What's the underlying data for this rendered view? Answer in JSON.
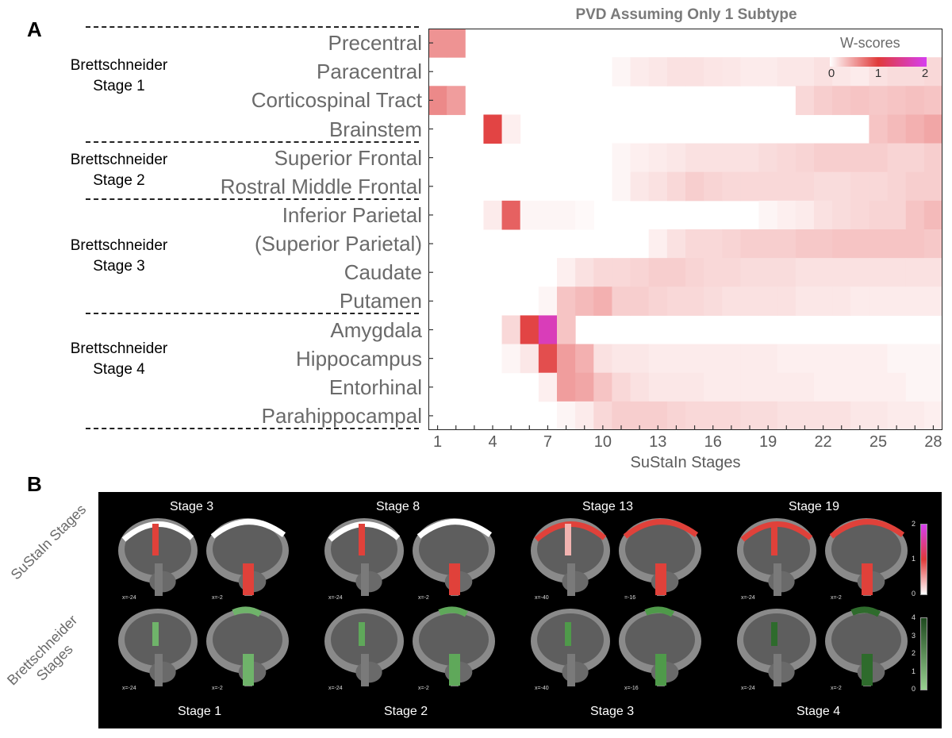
{
  "panel_a_letter": "A",
  "panel_b_letter": "B",
  "chart_data": {
    "type": "heatmap",
    "title": "PVD Assuming Only 1 Subtype",
    "xlabel": "SuStaIn Stages",
    "ylabel": "",
    "x_ticks": [
      "1",
      "4",
      "7",
      "10",
      "13",
      "16",
      "19",
      "22",
      "25",
      "28"
    ],
    "stages": 28,
    "rows": [
      "Precentral",
      "Paracentral",
      "Corticospinal Tract",
      "Brainstem",
      "Superior Frontal",
      "Rostral Middle Frontal",
      "Inferior Parietal",
      "(Superior Parietal)",
      "Caudate",
      "Putamen",
      "Amygdala",
      "Hippocampus",
      "Entorhinal",
      "Parahippocampal"
    ],
    "groups": [
      {
        "line1": "Brettschneider",
        "line2": "Stage 1"
      },
      {
        "line1": "Brettschneider",
        "line2": "Stage 2"
      },
      {
        "line1": "Brettschneider",
        "line2": "Stage 3"
      },
      {
        "line1": "Brettschneider",
        "line2": "Stage 4"
      }
    ],
    "colorbar": {
      "title": "W-scores",
      "ticks": [
        "0",
        "1",
        "2"
      ],
      "range": [
        0,
        2
      ],
      "colors": [
        "#ffffff",
        "#e03a3a",
        "#d63ef0"
      ]
    },
    "cells": [
      [
        0.55,
        0.55,
        0,
        0,
        0,
        0,
        0,
        0,
        0,
        0,
        0,
        0,
        0,
        0,
        0,
        0,
        0,
        0,
        0,
        0,
        0,
        0,
        0,
        0,
        0,
        0,
        0,
        0
      ],
      [
        0,
        0,
        0,
        0,
        0,
        0,
        0,
        0,
        0,
        0,
        0.05,
        0.1,
        0.12,
        0.15,
        0.15,
        0.13,
        0.12,
        0.1,
        0.1,
        0.12,
        0.12,
        0.15,
        0.12,
        0.1,
        0.15,
        0.18,
        0.18,
        0.2
      ],
      [
        0.6,
        0.5,
        0,
        0,
        0,
        0,
        0,
        0,
        0,
        0,
        0,
        0,
        0,
        0,
        0,
        0,
        0,
        0,
        0,
        0,
        0.2,
        0.25,
        0.28,
        0.3,
        0.28,
        0.3,
        0.32,
        0.3
      ],
      [
        0,
        0,
        0,
        0.95,
        0.08,
        0,
        0,
        0,
        0,
        0,
        0,
        0,
        0,
        0,
        0,
        0,
        0,
        0,
        0,
        0,
        0,
        0,
        0,
        0,
        0.3,
        0.35,
        0.4,
        0.45
      ],
      [
        0,
        0,
        0,
        0,
        0,
        0,
        0,
        0,
        0,
        0,
        0.05,
        0.08,
        0.1,
        0.12,
        0.15,
        0.15,
        0.15,
        0.15,
        0.18,
        0.2,
        0.22,
        0.25,
        0.25,
        0.25,
        0.25,
        0.22,
        0.22,
        0.25
      ],
      [
        0,
        0,
        0,
        0,
        0,
        0,
        0,
        0,
        0,
        0,
        0.05,
        0.12,
        0.15,
        0.2,
        0.25,
        0.22,
        0.2,
        0.2,
        0.2,
        0.2,
        0.2,
        0.18,
        0.18,
        0.2,
        0.2,
        0.22,
        0.25,
        0.25
      ],
      [
        0,
        0,
        0,
        0.1,
        0.8,
        0.05,
        0.05,
        0.05,
        0.03,
        0,
        0,
        0,
        0,
        0,
        0,
        0,
        0,
        0,
        0.05,
        0.08,
        0.1,
        0.15,
        0.18,
        0.2,
        0.22,
        0.22,
        0.3,
        0.35
      ],
      [
        0,
        0,
        0,
        0,
        0,
        0,
        0,
        0,
        0,
        0,
        0,
        0,
        0.08,
        0.15,
        0.2,
        0.2,
        0.22,
        0.25,
        0.25,
        0.25,
        0.28,
        0.28,
        0.3,
        0.3,
        0.3,
        0.3,
        0.3,
        0.28
      ],
      [
        0,
        0,
        0,
        0,
        0,
        0,
        0,
        0.08,
        0.15,
        0.2,
        0.2,
        0.22,
        0.25,
        0.25,
        0.22,
        0.2,
        0.2,
        0.18,
        0.18,
        0.18,
        0.15,
        0.15,
        0.15,
        0.15,
        0.15,
        0.15,
        0.15,
        0.15
      ],
      [
        0,
        0,
        0,
        0,
        0,
        0,
        0.05,
        0.3,
        0.35,
        0.4,
        0.25,
        0.25,
        0.22,
        0.2,
        0.2,
        0.18,
        0.15,
        0.15,
        0.15,
        0.15,
        0.12,
        0.12,
        0.12,
        0.1,
        0.1,
        0.1,
        0.1,
        0.1
      ],
      [
        0,
        0,
        0,
        0,
        0.2,
        0.95,
        1.7,
        0.3,
        0,
        0,
        0,
        0,
        0,
        0,
        0,
        0,
        0,
        0,
        0,
        0,
        0,
        0,
        0,
        0,
        0,
        0,
        0,
        0
      ],
      [
        0,
        0,
        0,
        0,
        0.05,
        0.12,
        0.9,
        0.5,
        0.4,
        0.15,
        0.12,
        0.12,
        0.1,
        0.1,
        0.1,
        0.1,
        0.1,
        0.1,
        0.1,
        0.08,
        0.08,
        0.08,
        0.08,
        0.08,
        0.08,
        0.05,
        0.05,
        0.05
      ],
      [
        0,
        0,
        0,
        0,
        0,
        0,
        0.08,
        0.5,
        0.45,
        0.3,
        0.2,
        0.15,
        0.12,
        0.12,
        0.12,
        0.1,
        0.1,
        0.1,
        0.1,
        0.1,
        0.1,
        0.08,
        0.08,
        0.08,
        0.08,
        0.08,
        0.05,
        0.05
      ],
      [
        0,
        0,
        0,
        0,
        0,
        0,
        0,
        0.05,
        0.1,
        0.2,
        0.25,
        0.25,
        0.25,
        0.22,
        0.2,
        0.2,
        0.2,
        0.18,
        0.18,
        0.15,
        0.15,
        0.15,
        0.15,
        0.12,
        0.12,
        0.1,
        0.1,
        0.08
      ]
    ]
  },
  "panel_b": {
    "top_stages": [
      "Stage 3",
      "Stage 8",
      "Stage 13",
      "Stage 19"
    ],
    "bottom_stages": [
      "Stage 1",
      "Stage 2",
      "Stage 3",
      "Stage 4"
    ],
    "row_label_top": "SuStaIn Stages",
    "row_label_bottom": "Brettschneider Stages",
    "coords_top": [
      [
        "x=-24",
        "x=-2"
      ],
      [
        "x=-24",
        "x=-2"
      ],
      [
        "x=-40",
        "=-16"
      ],
      [
        "x=-24",
        "x=-2"
      ]
    ],
    "coords_bottom": [
      [
        "x=-24",
        "x=-2"
      ],
      [
        "x=-24",
        "x=-2"
      ],
      [
        "x=-40",
        "x=-16"
      ],
      [
        "x=-24",
        "x=-2"
      ]
    ],
    "colorbar_top_ticks": [
      "2",
      "1",
      "0"
    ],
    "colorbar_bottom_ticks": [
      "4",
      "3",
      "2",
      "1",
      "0"
    ],
    "colorbar_top_colors": [
      "#d63ef0",
      "#e03a3a",
      "#ffffff"
    ],
    "colorbar_bottom_colors": [
      "#1f4a1f",
      "#98d090"
    ]
  }
}
